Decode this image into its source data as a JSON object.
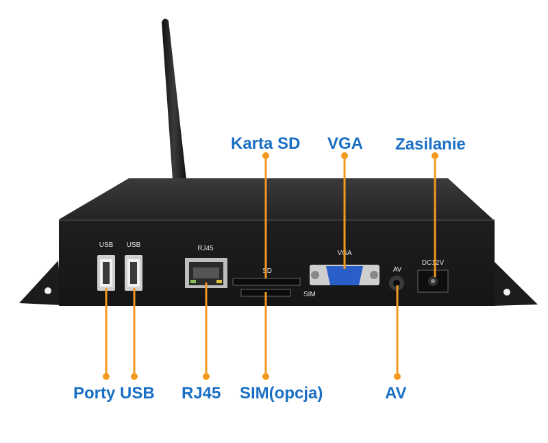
{
  "callouts": {
    "sd_card": "Karta SD",
    "vga": "VGA",
    "power": "Zasilanie",
    "usb_ports": "Porty USB",
    "rj45": "RJ45",
    "sim": "SIM(opcja)",
    "av": "AV"
  },
  "port_labels": {
    "usb_1": "USB",
    "usb_2": "USB",
    "rj45": "RJ45",
    "sd": "SD",
    "sim": "SIM",
    "vga": "VGA",
    "av": "AV",
    "dc": "DC12V"
  },
  "colors": {
    "callout_text": "#1a6fc4",
    "leader_line": "#f39a1e",
    "device_body": "#222222"
  }
}
